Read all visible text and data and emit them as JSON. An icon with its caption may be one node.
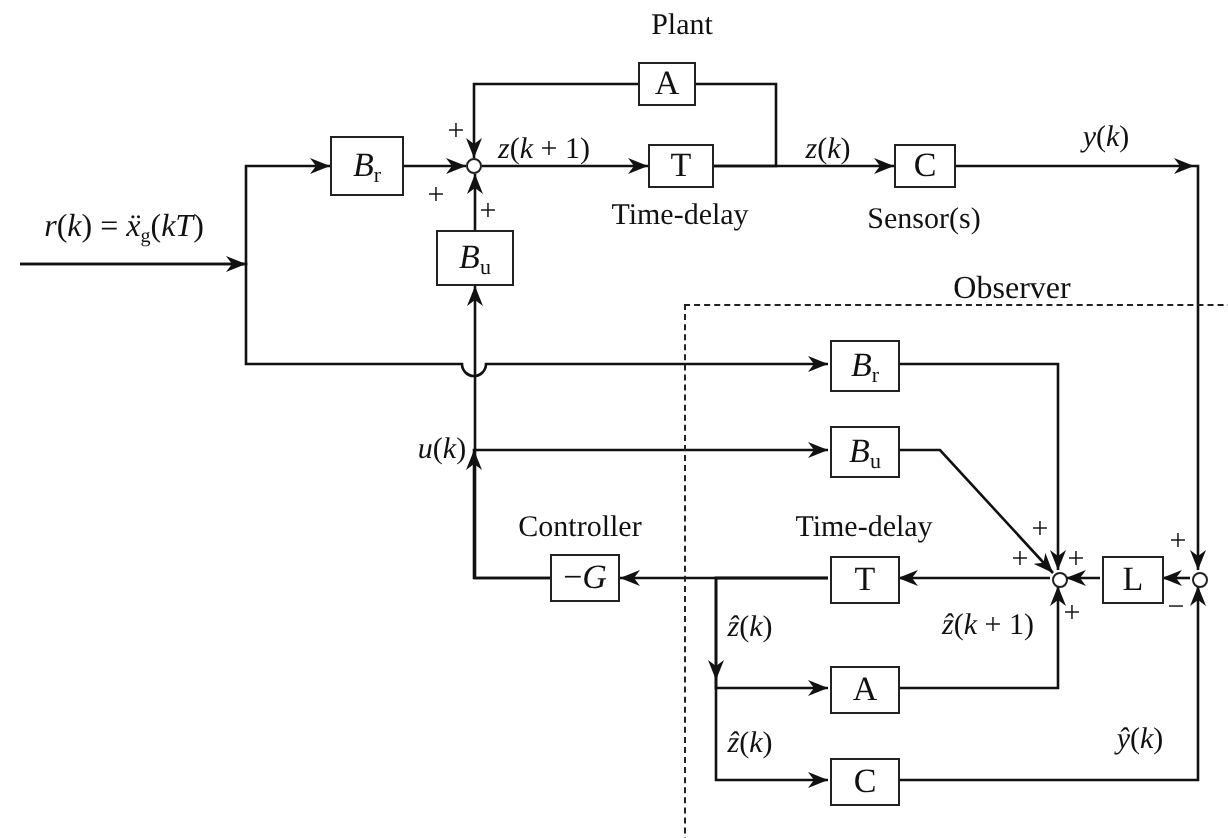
{
  "diagram": {
    "nodes": [
      {
        "text": [
          "*B*$_{r}$"
        ]
      },
      {
        "text": [],
        "shape": "circle"
      },
      {
        "text": [
          "*B*$_{u}$"
        ]
      },
      {
        "text": [
          "A"
        ]
      },
      {
        "text": [
          "T"
        ],
        "beside": [
          "Time-delay"
        ]
      },
      {
        "text": [
          "C"
        ],
        "beside": [
          "Sensor(s)"
        ]
      },
      {
        "text": [
          "Observer"
        ]
      },
      {
        "text": [
          "*B*$_{r}$"
        ],
        "in": 6
      },
      {
        "text": [
          "*B*$_{u}$"
        ],
        "in": 6
      },
      {
        "text": [
          "T"
        ],
        "in": 6,
        "beside": [
          "Time-delay"
        ]
      },
      {
        "text": [],
        "shape": "circle",
        "in": 6
      },
      {
        "text": [
          "L"
        ],
        "in": 6
      },
      {
        "text": [],
        "shape": "circle",
        "in": 6
      },
      {
        "text": [
          "A"
        ],
        "in": 6
      },
      {
        "text": [
          "C"
        ],
        "in": 6
      },
      {
        "text": [
          "−*G*"
        ],
        "beside": [
          "Controller"
        ]
      }
    ],
    "edges": [
      {
        "from": null,
        "to": 0,
        "arrow": "to"
      },
      {
        "from": null,
        "to": 7,
        "arrow": "to"
      },
      {
        "from": 0,
        "to": 1,
        "arrow": "to"
      },
      {
        "from": 2,
        "to": 1,
        "arrow": "to"
      },
      {
        "from": 1,
        "to": 4,
        "arrow": "to",
        "label": "*z*(*k* + 1)"
      },
      {
        "from": 4,
        "to": 5,
        "arrow": "to",
        "label": "*z*(*k*)"
      },
      {
        "from": 3,
        "to": 1,
        "arrow": "to"
      },
      {
        "from": 4,
        "to": 3,
        "arrow": "none"
      },
      {
        "from": 5,
        "to": 12,
        "arrow": "to",
        "label": "*y*(*k*)"
      },
      {
        "from": 15,
        "to": 2,
        "arrow": "to",
        "label": "*u*(*k*)"
      },
      {
        "from": 15,
        "to": 8,
        "arrow": "to"
      },
      {
        "from": 7,
        "to": 10,
        "arrow": "to"
      },
      {
        "from": 8,
        "to": 10,
        "arrow": "to"
      },
      {
        "from": 11,
        "to": 10,
        "arrow": "to"
      },
      {
        "from": 12,
        "to": 11,
        "arrow": "to"
      },
      {
        "from": 10,
        "to": 9,
        "arrow": "to",
        "label": "*ẑ*(*k* + 1)"
      },
      {
        "from": 9,
        "to": 15,
        "arrow": "to"
      },
      {
        "from": 9,
        "to": 13,
        "arrow": "to",
        "label": "*ẑ*(*k*)"
      },
      {
        "from": 9,
        "to": 14,
        "arrow": "to",
        "label": "*ẑ*(*k*)"
      },
      {
        "from": 13,
        "to": 10,
        "arrow": "to"
      },
      {
        "from": 14,
        "to": 12,
        "arrow": "to",
        "label": "*ŷ*(*k*)"
      }
    ],
    "labels": [
      "Plant",
      "*r*(*k*) = *ẍ*$_{g}$(*kT*)",
      "+",
      "+",
      "+",
      "+",
      "+",
      "+",
      "+",
      "+",
      "−"
    ]
  }
}
